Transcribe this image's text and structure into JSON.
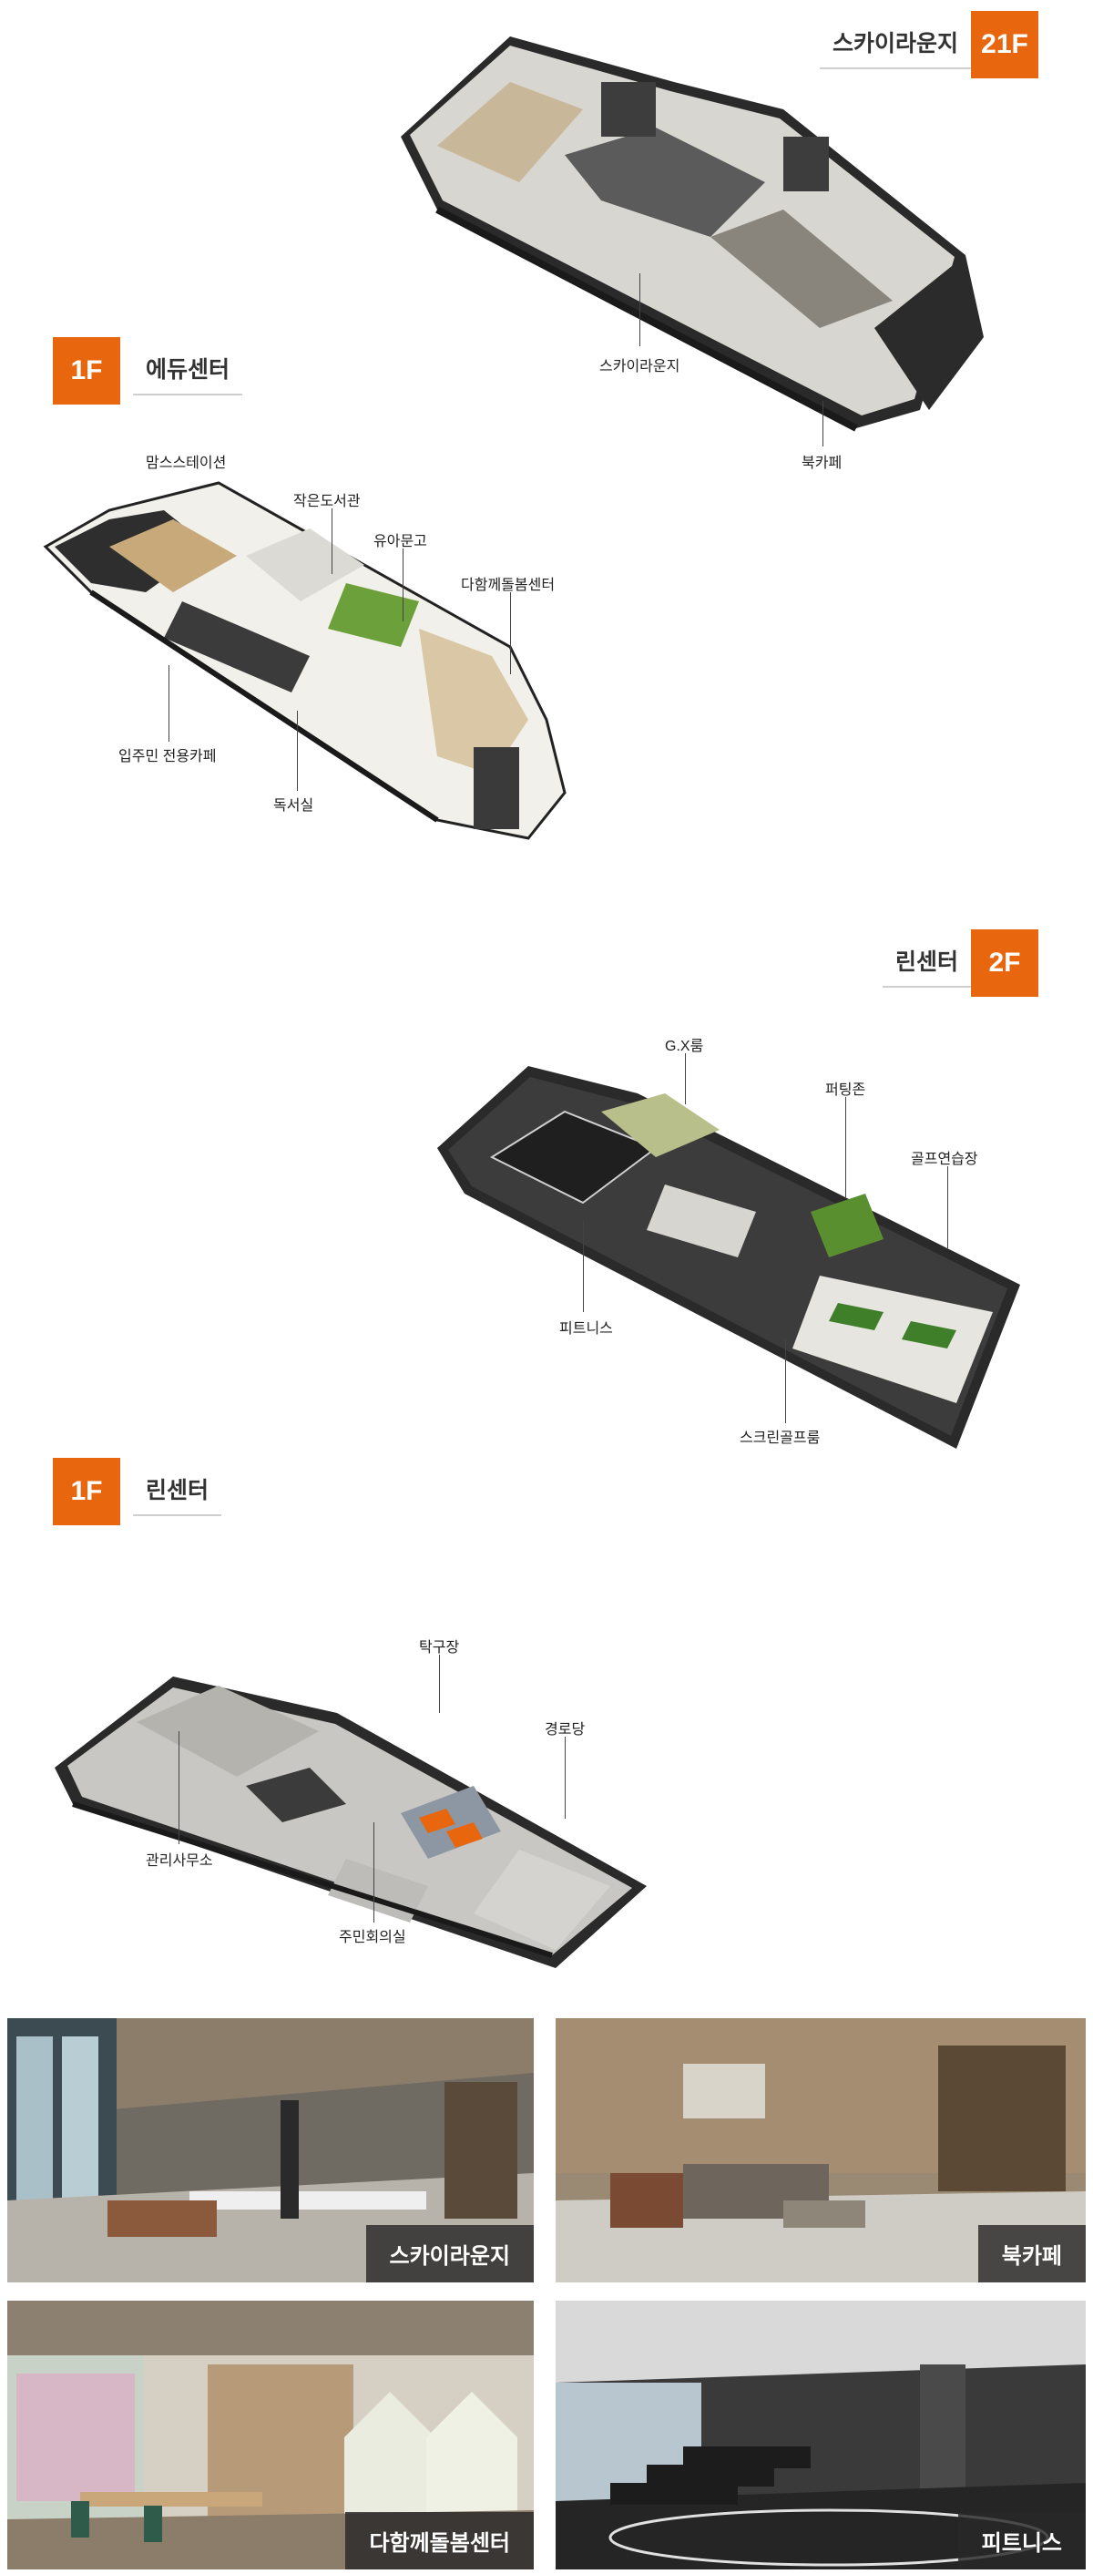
{
  "sections": {
    "sky": {
      "floor": "21F",
      "title": "스카이라운지",
      "labels": {
        "lounge": "스카이라운지",
        "bookcafe": "북카페"
      }
    },
    "edu": {
      "floor": "1F",
      "title": "에듀센터",
      "labels": {
        "moms": "맘스스테이션",
        "library": "작은도서관",
        "kids": "유아문고",
        "care": "다함께돌봄센터",
        "cafe": "입주민 전용카페",
        "reading": "독서실"
      }
    },
    "fit2": {
      "floor": "2F",
      "title": "린센터",
      "labels": {
        "gx": "G.X룸",
        "putting": "퍼팅존",
        "golf": "골프연습장",
        "fitness": "피트니스",
        "screen": "스크린골프룸"
      }
    },
    "fit1": {
      "floor": "1F",
      "title": "린센터",
      "labels": {
        "pingpong": "탁구장",
        "senior": "경로당",
        "office": "관리사무소",
        "meeting": "주민회의실"
      }
    }
  },
  "photos": [
    {
      "caption": "스카이라운지",
      "theme": "lounge"
    },
    {
      "caption": "북카페",
      "theme": "bookcafe"
    },
    {
      "caption": "다함께돌봄센터",
      "theme": "care"
    },
    {
      "caption": "피트니스",
      "theme": "fitness"
    }
  ],
  "colors": {
    "accent": "#e8670e"
  }
}
